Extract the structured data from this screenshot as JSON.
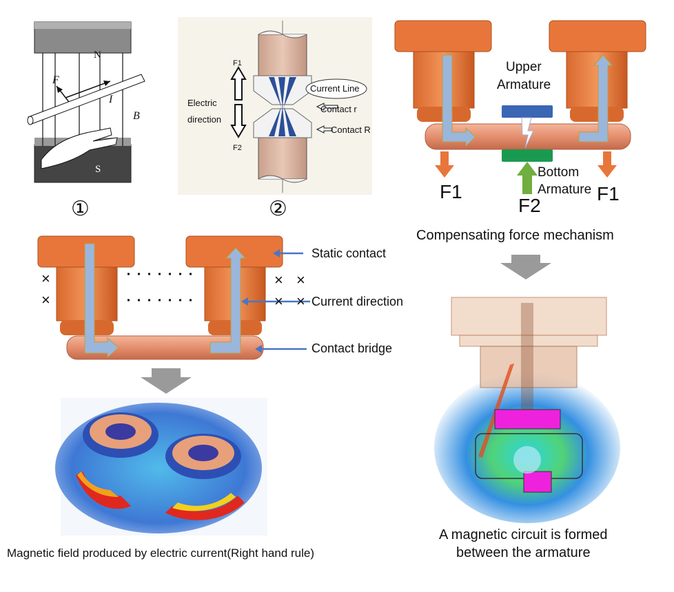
{
  "panel1": {
    "pole_n": "N",
    "pole_s": "S",
    "force_label": "F",
    "current_label": "I",
    "field_label": "B",
    "number": "①"
  },
  "panel2": {
    "force_top": "F1",
    "force_bottom": "F2",
    "direction_label_line1": "Electric",
    "direction_label_line2": "direction",
    "current_line": "Current Line",
    "contact_r": "Contact  r",
    "contact_R": "Contact R",
    "number": "②"
  },
  "panel3": {
    "upper_armature_line1": "Upper",
    "upper_armature_line2": "Armature",
    "bottom_armature_line1": "Bottom",
    "bottom_armature_line2": "Armature",
    "f1_left": "F1",
    "f2": "F2",
    "f1_right": "F1",
    "caption": "Compensating force mechanism"
  },
  "panel4": {
    "static_contact": "Static contact",
    "current_direction": "Current direction",
    "contact_bridge": "Contact bridge",
    "cross_mark": "×"
  },
  "panel5": {
    "caption": "Magnetic field produced by electric current(Right hand rule)"
  },
  "panel6": {
    "caption_line1": "A magnetic circuit is formed",
    "caption_line2": "between the armature"
  },
  "colors": {
    "copper": "#e8763a",
    "copper_dark": "#b8521e",
    "bridge": "#e89a7c",
    "arrow_blue": "#9bb6dc",
    "armature_blue": "#3a66b4",
    "armature_green": "#1a9a50",
    "force_orange": "#e8763a",
    "force_green": "#6fae3f",
    "pointer_blue": "#4a76c4",
    "gray_arrow": "#9a9a9a"
  }
}
